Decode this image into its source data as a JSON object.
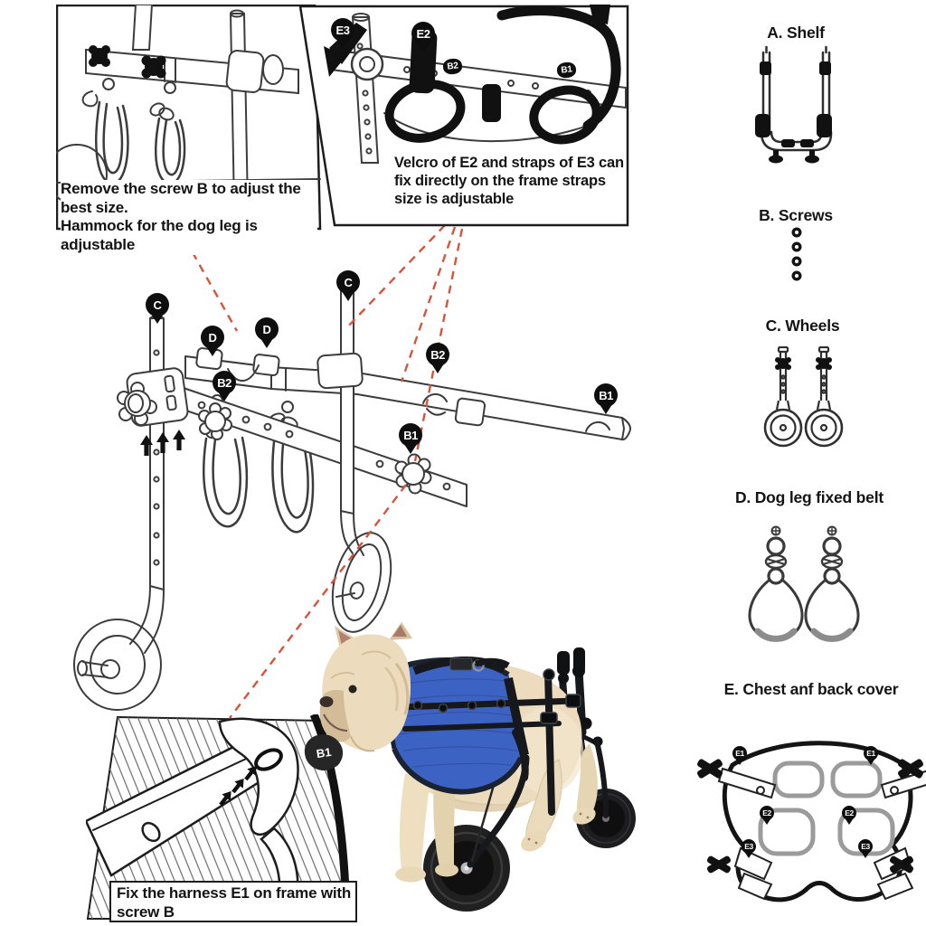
{
  "annotations": {
    "note1_line1": "Remove the screw B to adjust the best size.",
    "note1_line2": "Hammock for the dog leg is adjustable",
    "note2": "Velcro of E2 and straps of E3 can fix directly on the frame straps size is adjustable",
    "note3_line1": "Fix the harness E1 on frame with",
    "note3_line2": "screw B"
  },
  "pins": {
    "c1": "C",
    "c2": "C",
    "d1": "D",
    "d2": "D",
    "b2_left": "B2",
    "b2_right": "B2",
    "b1_mid": "B1",
    "b1_right": "B1",
    "box2_e3": "E3",
    "box2_e2": "E2",
    "box2_b2": "B2",
    "box2_b1": "B1",
    "inset_b1": "B1",
    "cover_e1_left": "E1",
    "cover_e1_right": "E1",
    "cover_e2_left": "E2",
    "cover_e2_right": "E2",
    "cover_e3_left": "E3",
    "cover_e3_right": "E3"
  },
  "parts_list": [
    {
      "id": "A",
      "label": "A. Shelf",
      "icon": "shelf-frame-illustration"
    },
    {
      "id": "B",
      "label": "B. Screws",
      "icon": "screws-illustration"
    },
    {
      "id": "C",
      "label": "C. Wheels",
      "icon": "wheels-illustration"
    },
    {
      "id": "D",
      "label": "D. Dog leg fixed belt",
      "icon": "leg-belt-illustration"
    },
    {
      "id": "E",
      "label": "E. Chest anf back cover",
      "icon": "chest-back-cover-illustration"
    }
  ],
  "colors": {
    "leader_red": "#d5543c",
    "line_ink": "#3c3c3c",
    "pin_black": "#0e0e0e",
    "vest_blue": "#3c63c4",
    "dog_cream": "#ecdcbd",
    "frame_black": "#17181b",
    "slot_gray": "#9b9b9b"
  }
}
